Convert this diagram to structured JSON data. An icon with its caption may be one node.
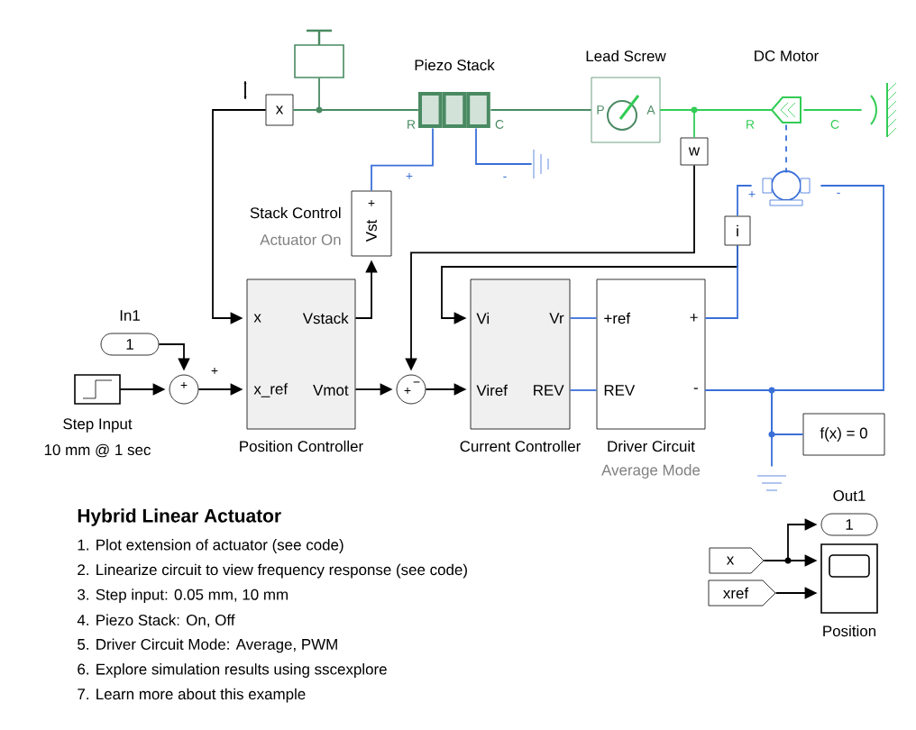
{
  "diagram": {
    "title": "Hybrid Linear Actuator",
    "nodes": [
      {
        "text": [],
        "shape": "box"
      },
      {
        "text": [
          "x"
        ]
      },
      {
        "text": [
          "Piezo Stack"
        ]
      },
      {
        "text": [
          "Lead Screw"
        ]
      },
      {
        "text": [
          "w"
        ]
      },
      {
        "text": [
          "DC Motor"
        ]
      },
      {
        "text": [],
        "shape": "wall"
      },
      {
        "text": [],
        "shape": "ground"
      },
      {
        "text": [
          "Vst"
        ],
        "beside": [
          "Stack Control",
          "Actuator On"
        ]
      },
      {
        "text": [],
        "shape": "motor"
      },
      {
        "text": [
          "i"
        ]
      },
      {
        "text": [
          "1"
        ],
        "beside": [
          "In1"
        ]
      },
      {
        "text": [],
        "shape": "box",
        "beside": [
          "Step Input",
          "10 mm @ 1 sec"
        ]
      },
      {
        "text": [
          "+"
        ]
      },
      {
        "text": [
          "x",
          "Vstack",
          "x_ref",
          "Vmot"
        ],
        "beside": [
          "Position Controller"
        ]
      },
      {
        "text": [
          "+",
          "−"
        ]
      },
      {
        "text": [
          "Vi",
          "Vr",
          "Viref",
          "REV"
        ],
        "beside": [
          "Current Controller"
        ]
      },
      {
        "text": [
          "+ref",
          "+",
          "REV",
          "-"
        ],
        "beside": [
          "Driver Circuit",
          "Average Mode"
        ]
      },
      {
        "text": [
          "f(x) = 0"
        ]
      },
      {
        "text": [],
        "shape": "ground"
      },
      {
        "text": [
          "1"
        ],
        "beside": [
          "Out1"
        ]
      },
      {
        "text": [
          "x"
        ]
      },
      {
        "text": [
          "xref"
        ]
      },
      {
        "text": [],
        "shape": "box",
        "beside": [
          "Position"
        ]
      }
    ],
    "edges": [
      {
        "from": 1,
        "to": 2,
        "arrow": "none",
        "color": "#4a8a62"
      },
      {
        "from": 0,
        "to": 2,
        "arrow": "none",
        "color": "#4a8a62"
      },
      {
        "from": 2,
        "to": 3,
        "arrow": "none",
        "color": "#4a8a62"
      },
      {
        "from": 3,
        "to": 5,
        "arrow": "none",
        "color": "#33cc55"
      },
      {
        "from": 3,
        "to": 4,
        "arrow": "none",
        "color": "#33cc55"
      },
      {
        "from": 5,
        "to": 6,
        "arrow": "none",
        "color": "#33cc55"
      },
      {
        "from": 5,
        "to": 9,
        "arrow": "none",
        "style": "dashed",
        "color": "#3a6fd8"
      },
      {
        "from": 2,
        "to": 7,
        "arrow": "none",
        "color": "#3a6fd8"
      },
      {
        "from": 2,
        "to": 8,
        "arrow": "none",
        "color": "#3a6fd8"
      },
      {
        "from": 1,
        "to": 14,
        "arrow": "to"
      },
      {
        "from": 14,
        "to": 8,
        "arrow": "to"
      },
      {
        "from": 11,
        "to": 13,
        "arrow": "to"
      },
      {
        "from": 12,
        "to": 13,
        "arrow": "to"
      },
      {
        "from": 13,
        "to": 14,
        "arrow": "to"
      },
      {
        "from": 14,
        "to": 15,
        "arrow": "to"
      },
      {
        "from": 4,
        "to": 15,
        "arrow": "to"
      },
      {
        "from": 10,
        "to": 16,
        "arrow": "to"
      },
      {
        "from": 15,
        "to": 16,
        "arrow": "to"
      },
      {
        "from": 16,
        "to": 17,
        "arrow": "none",
        "color": "#3a6fd8"
      },
      {
        "from": 16,
        "to": 17,
        "arrow": "none",
        "color": "#3a6fd8"
      },
      {
        "from": 17,
        "to": 10,
        "arrow": "none",
        "color": "#3a6fd8"
      },
      {
        "from": 10,
        "to": 9,
        "arrow": "none",
        "color": "#3a6fd8"
      },
      {
        "from": 17,
        "to": 9,
        "arrow": "none",
        "color": "#3a6fd8"
      },
      {
        "from": 17,
        "to": 18,
        "arrow": "none",
        "color": "#3a6fd8"
      },
      {
        "from": 17,
        "to": 19,
        "arrow": "none",
        "color": "#3a6fd8"
      },
      {
        "from": 21,
        "to": 20,
        "arrow": "to"
      },
      {
        "from": 21,
        "to": 23,
        "arrow": "to"
      },
      {
        "from": 22,
        "to": 23,
        "arrow": "to"
      }
    ],
    "labels": [
      "R",
      "C",
      "P",
      "A",
      "R",
      "C",
      "+",
      "-",
      "+",
      "+",
      "-",
      "+",
      "1. Plot extension of actuator (see code)",
      "2. Linearize circuit to view frequency response (see code)",
      "3. Step input: 0.05 mm, 10 mm",
      "4. Piezo Stack: On, Off",
      "5. Driver Circuit Mode: Average, PWM",
      "6. Explore simulation results using sscexplore",
      "7. Learn more about this example"
    ]
  }
}
